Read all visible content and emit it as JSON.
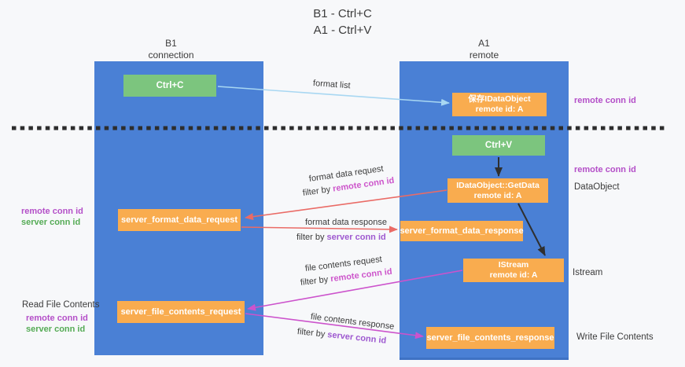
{
  "title": {
    "line1": "B1 - Ctrl+C",
    "line2": "A1 - Ctrl+V"
  },
  "lanes": {
    "left": {
      "name": "B1",
      "role": "connection"
    },
    "right": {
      "name": "A1",
      "role": "remote"
    }
  },
  "boxes": {
    "ctrl_c": {
      "label": "Ctrl+C"
    },
    "ctrl_v": {
      "label": "Ctrl+V"
    },
    "save_idataobject": {
      "line1": "保存IDataObject",
      "line2": "remote id: A"
    },
    "getdata": {
      "line1": "IDataObject::GetData",
      "line2": "remote id: A"
    },
    "istream": {
      "line1": "IStream",
      "line2": "remote id: A"
    },
    "format_request": {
      "label": "server_format_data_request"
    },
    "format_response": {
      "label": "server_format_data_response"
    },
    "file_request": {
      "label": "server_file_contents_request"
    },
    "file_response": {
      "label": "server_file_contents_response"
    }
  },
  "arrow_labels": {
    "format_list": "format list",
    "format_data_request": "format data request",
    "format_data_response": "format data response",
    "file_contents_request": "file contents request",
    "file_contents_response": "file contents response",
    "filter_by": "filter by",
    "remote_conn_id": "remote conn id",
    "server_conn_id": "server conn id"
  },
  "side_labels": {
    "remote_conn_id": "remote conn id",
    "server_conn_id": "server conn id",
    "dataobject": "DataObject",
    "istream": "Istream",
    "read_file_contents": "Read File Contents",
    "write_file_contents": "Write File Contents"
  },
  "colors": {
    "lane_blue": "#4a80d5",
    "box_orange": "#f9ac4f",
    "box_green": "#7cc57e",
    "remote_conn_purple": "#b44fc8",
    "server_conn_green": "#55ab55",
    "filter_remote_magenta": "#cd55cb",
    "filter_server_purple": "#9e59d0",
    "arrow_light_blue": "#a8d7f2",
    "arrow_salmon": "#ea6b66",
    "arrow_magenta": "#cc53cc",
    "arrow_black": "#2f2f2f"
  }
}
